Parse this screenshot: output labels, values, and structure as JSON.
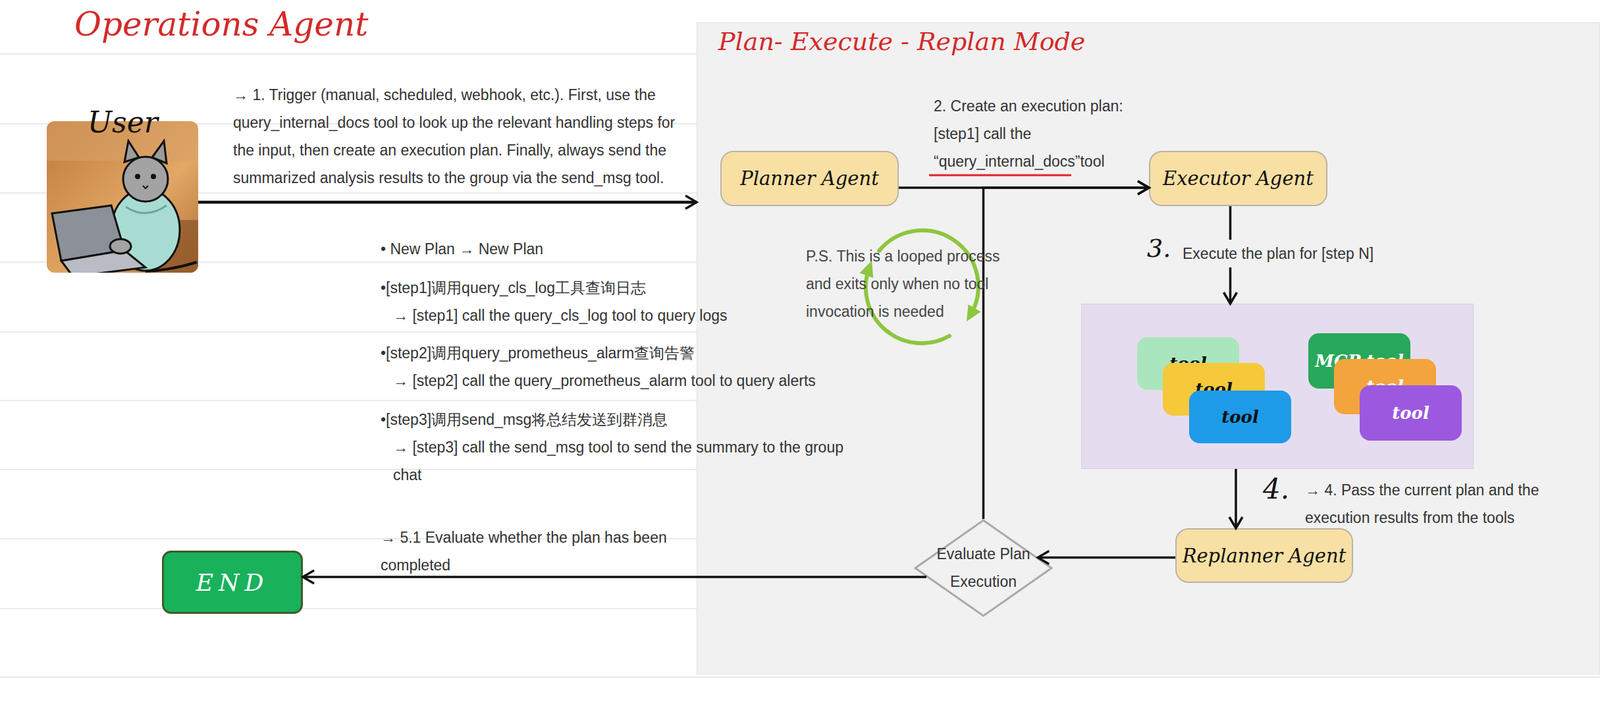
{
  "diagram": {
    "title": "Operations Agent",
    "nodes": [
      {
        "text": [
          "User"
        ]
      },
      {
        "text": [
          "Plan- Execute - Replan Mode"
        ]
      },
      {
        "text": [
          "Planner Agent"
        ],
        "in": 1
      },
      {
        "text": [
          "Executor Agent"
        ],
        "in": 1
      },
      {
        "text": [],
        "in": 1
      },
      {
        "text": [
          "tool"
        ],
        "in": 4
      },
      {
        "text": [
          "tool"
        ],
        "in": 4
      },
      {
        "text": [
          "tool"
        ],
        "in": 4
      },
      {
        "text": [
          "MCP tool"
        ],
        "in": 4
      },
      {
        "text": [
          "tool"
        ],
        "in": 4
      },
      {
        "text": [
          "tool"
        ],
        "in": 4
      },
      {
        "text": [
          "Replanner Agent"
        ],
        "in": 1
      },
      {
        "text": [
          "Evaluate Plan Execution"
        ],
        "in": 1
      },
      {
        "text": [
          "END"
        ]
      }
    ],
    "edges": [
      {
        "from": 0,
        "to": 1,
        "arrow": "to",
        "label": "→ 1. Trigger (manual, scheduled, webhook, etc.). First, use the query_internal_docs tool to look up the relevant handling steps for the input, then create an execution plan. Finally, always send the summarized analysis results to the group via the send_msg tool."
      },
      {
        "from": 2,
        "to": 3,
        "arrow": "to",
        "label": "2. Create an execution plan: [step1] call the “query_internal_docs”tool"
      },
      {
        "from": 3,
        "to": 4,
        "arrow": "to",
        "label": "Execute the plan for [step N]"
      },
      {
        "from": 4,
        "to": 11,
        "arrow": "to",
        "label": "→ 4. Pass the current plan and the execution results from the tools"
      },
      {
        "from": 11,
        "to": 12,
        "arrow": "to"
      },
      {
        "from": 12,
        "to": 3,
        "arrow": "to"
      },
      {
        "from": 12,
        "to": 13,
        "arrow": "to",
        "label": "→ 5.1 Evaluate whether the plan has been completed"
      }
    ],
    "labels": [
      "• New Plan → New Plan",
      "•[step1]调用query_cls_log工具查询日志",
      "→ [step1] call the query_cls_log tool to query logs",
      "•[step2]调用query_prometheus_alarm查询告警",
      "→ [step2] call the query_prometheus_alarm tool to query alerts",
      "•[step3]调用send_msg将总结发送到群消息",
      "→ [step3] call the send_msg tool to send the summary to the group chat",
      "P.S. This is a looped process and exits only when no tool invocation is needed",
      "3.",
      "4."
    ]
  }
}
